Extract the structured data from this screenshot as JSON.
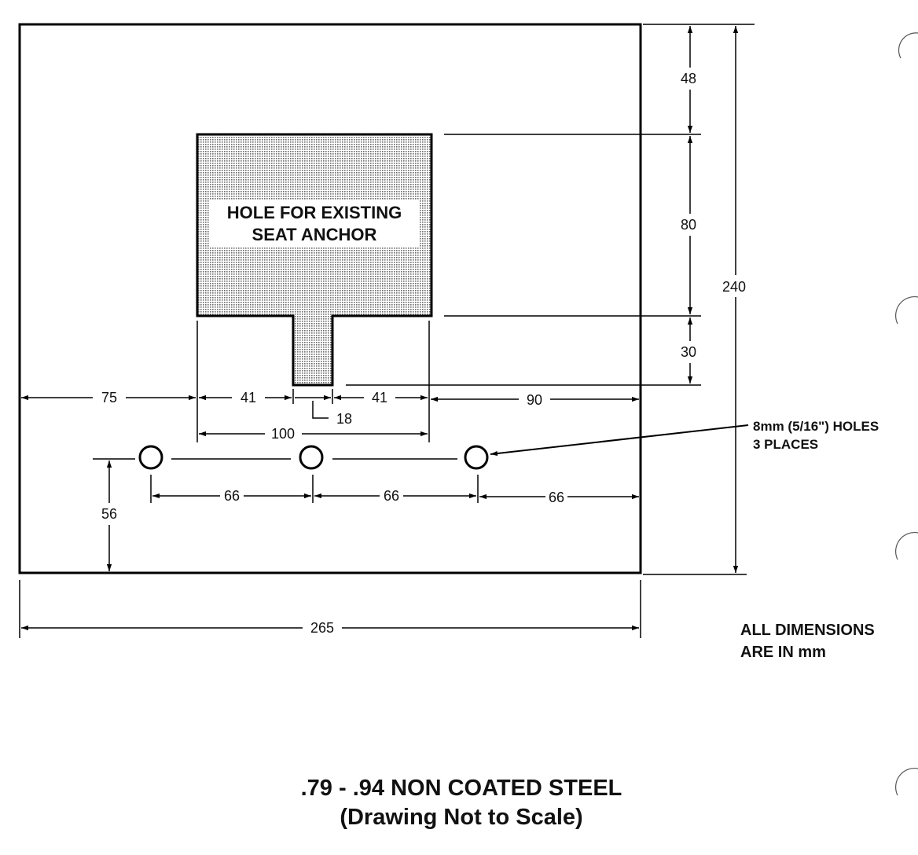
{
  "hole_label": {
    "line1": "HOLE FOR EXISTING",
    "line2": "SEAT ANCHOR"
  },
  "dimensions": {
    "top_offset": "48",
    "hole_height": "80",
    "tab_height": "30",
    "overall_height": "240",
    "left_margin": "75",
    "hole_left_part": "41",
    "hole_right_part": "41",
    "right_margin": "90",
    "tab_width": "18",
    "hole_width": "100",
    "hole_spacing_1": "66",
    "hole_spacing_2": "66",
    "hole_right_margin": "66",
    "hole_row_height": "56",
    "overall_width": "265"
  },
  "holes_note": {
    "line1": "8mm (5/16\") HOLES",
    "line2": "3 PLACES"
  },
  "units_note": {
    "line1": "ALL DIMENSIONS",
    "line2": "ARE IN mm"
  },
  "title": {
    "line1": ".79 - .94  NON COATED STEEL",
    "line2": "(Drawing Not to Scale)"
  }
}
